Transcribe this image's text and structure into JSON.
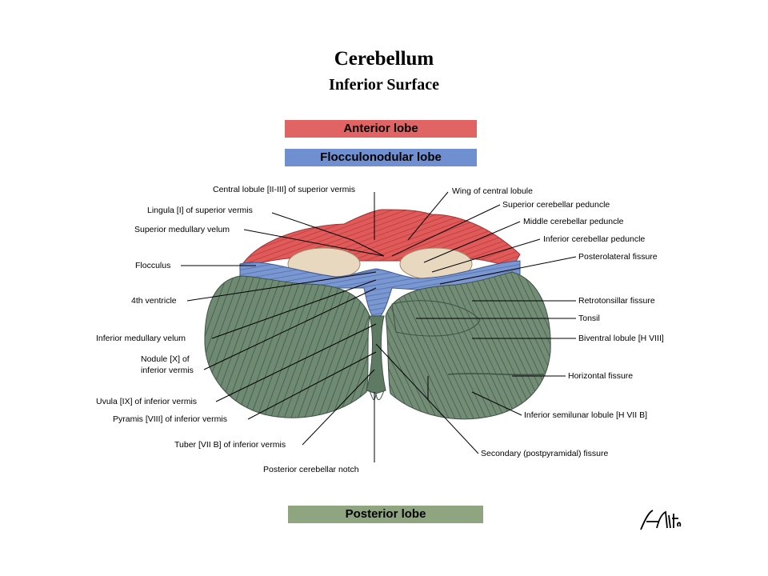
{
  "title": "Cerebellum",
  "subtitle": "Inferior Surface",
  "legend": {
    "anterior": "Anterior lobe",
    "flocculonodular": "Flocculonodular lobe",
    "posterior": "Posterior lobe"
  },
  "colors": {
    "anterior": "#e06464",
    "flocculonodular": "#6f8fd0",
    "posterior": "#8fa57f",
    "cerebellum_green": "#6f8a72",
    "peduncle_beige": "#e8d8c0"
  },
  "labels_left": {
    "central_lobule": "Central lobule [II-III] of superior vermis",
    "lingula": "Lingula [I] of superior vermis",
    "superior_medullary_velum": "Superior medullary velum",
    "flocculus": "Flocculus",
    "fourth_ventricle": "4th ventricle",
    "inferior_medullary_velum": "Inferior medullary velum",
    "nodule_line1": "Nodule [X] of",
    "nodule_line2": "inferior vermis",
    "uvula": "Uvula [IX] of inferior vermis",
    "pyramis": "Pyramis [VIII] of inferior vermis",
    "tuber": "Tuber [VII B] of inferior vermis",
    "posterior_notch": "Posterior cerebellar notch"
  },
  "labels_right": {
    "wing_central_lobule": "Wing of central lobule",
    "superior_peduncle": "Superior cerebellar peduncle",
    "middle_peduncle": "Middle cerebellar peduncle",
    "inferior_peduncle": "Inferior cerebellar peduncle",
    "posterolateral_fissure": "Posterolateral fissure",
    "retrotonsillar_fissure": "Retrotonsillar fissure",
    "tonsil": "Tonsil",
    "biventral_lobule": "Biventral lobule [H VIII]",
    "horizontal_fissure": "Horizontal fissure",
    "inferior_semilunar": "Inferior semilunar lobule [H VII B]",
    "secondary_fissure": "Secondary (postpyramidal) fissure"
  }
}
